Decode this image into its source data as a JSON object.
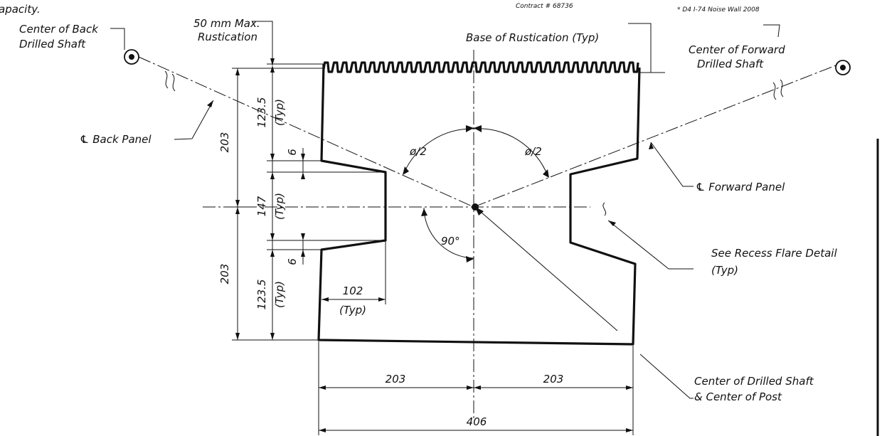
{
  "header": {
    "top_left": "apacity.",
    "contract": "Contract # 68736",
    "project": "* D4 I-74 Noise Wall 2008"
  },
  "labels": {
    "rust_max_line1": "50 mm Max.",
    "rust_max_line2": "Rustication",
    "base_rustication": "Base of Rustication (Typ)",
    "back_shaft_line1": "Center of Back",
    "back_shaft_line2": "Drilled Shaft",
    "forward_shaft_line1": "Center of Forward",
    "forward_shaft_line2": "Drilled Shaft",
    "back_panel": "℄ Back Panel",
    "forward_panel": "℄ Forward Panel",
    "recess_line1": "See Recess Flare Detail",
    "recess_line2": "(Typ)",
    "center_line1": "Center of Drilled Shaft",
    "center_line2": "& Center of Post",
    "phi_left": "ø/2",
    "phi_right": "ø/2",
    "angle_90": "90°"
  },
  "dimensions": {
    "upper_total": "203",
    "lower_total": "203",
    "upper_rust": "123.5",
    "upper_rust_typ": "(Typ)",
    "upper_flare": "6",
    "recess": "147",
    "recess_typ": "(Typ)",
    "lower_flare": "6",
    "lower_rust": "123.5",
    "lower_rust_typ": "(Typ)",
    "recess_depth": "102",
    "recess_depth_typ": "(Typ)",
    "bottom_left": "203",
    "bottom_right": "203",
    "bottom_total": "406"
  }
}
